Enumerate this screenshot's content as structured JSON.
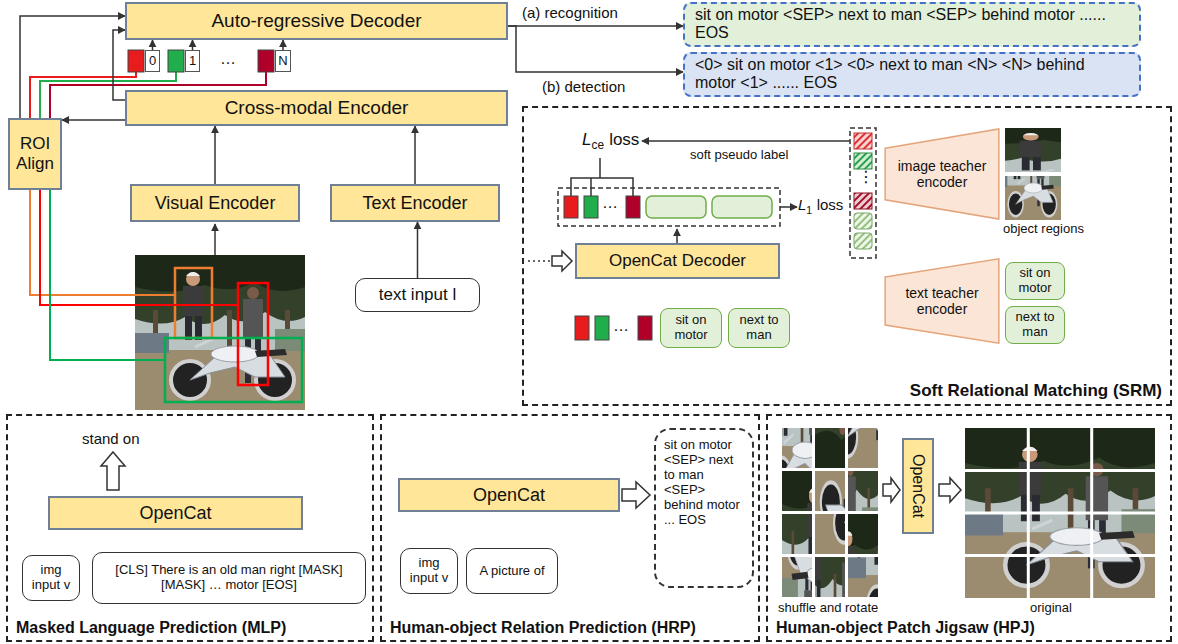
{
  "diagram": {
    "nodes": [
      {
        "text": [
          "Auto-regressive Decoder"
        ]
      },
      {
        "text": [
          "0"
        ]
      },
      {
        "text": [
          "1"
        ]
      },
      {
        "text": [
          "N"
        ]
      },
      {
        "text": [
          "Cross-modal Encoder"
        ]
      },
      {
        "text": [
          "Visual Encoder"
        ]
      },
      {
        "text": [
          "Text Encoder"
        ]
      },
      {
        "text": [
          "text input l"
        ]
      },
      {
        "text": [
          "ROI Align"
        ]
      },
      {
        "text": [
          "sit on motor <SEP> next to man <SEP> behind motor ...... EOS"
        ]
      },
      {
        "text": [
          "<0> sit on motor <1> <0> next to man <N> <N> behind motor <1> ...... EOS"
        ]
      },
      {
        "text": [
          "Soft Relational Matching (SRM)"
        ]
      },
      {
        "text": [
          "OpenCat Decoder"
        ],
        "in": 11
      },
      {
        "text": [
          "sit on motor"
        ],
        "in": 11
      },
      {
        "text": [
          "next to man"
        ],
        "in": 11
      },
      {
        "text": [
          "image teacher encoder"
        ],
        "in": 11
      },
      {
        "text": [
          "text teacher encoder"
        ],
        "in": 11
      },
      {
        "text": [
          "sit on motor"
        ],
        "in": 11
      },
      {
        "text": [
          "next to man"
        ],
        "in": 11
      },
      {
        "text": [
          "Masked Language Prediction (MLP)"
        ]
      },
      {
        "text": [
          "OpenCat"
        ],
        "in": 19
      },
      {
        "text": [
          "img input v"
        ],
        "in": 19
      },
      {
        "text": [
          "[CLS] There is an old man right [MASK] [MASK] … motor [EOS]"
        ],
        "in": 19
      },
      {
        "text": [
          "Human-object Relation Prediction (HRP)"
        ]
      },
      {
        "text": [
          "OpenCat"
        ],
        "in": 23
      },
      {
        "text": [
          "img input v"
        ],
        "in": 23
      },
      {
        "text": [
          "A picture of"
        ],
        "in": 23
      },
      {
        "text": [
          "sit on motor <SEP> next to man <SEP> behind motor ... EOS"
        ],
        "in": 23
      },
      {
        "text": [
          "Human-object Patch Jigsaw (HPJ)"
        ]
      },
      {
        "text": [
          "OpenCat"
        ],
        "in": 28
      }
    ],
    "edges": [
      {
        "from": 5,
        "to": 4,
        "arrow": "to"
      },
      {
        "from": 6,
        "to": 4,
        "arrow": "to"
      },
      {
        "from": 7,
        "to": 6,
        "arrow": "to"
      },
      {
        "from": 4,
        "to": 0,
        "arrow": "to"
      },
      {
        "from": 4,
        "to": 8,
        "arrow": "to"
      },
      {
        "from": 1,
        "to": 0,
        "arrow": "to"
      },
      {
        "from": 2,
        "to": 0,
        "arrow": "to"
      },
      {
        "from": 3,
        "to": 0,
        "arrow": "to"
      },
      {
        "from": 0,
        "to": 9,
        "label": "(a) recognition",
        "arrow": "to"
      },
      {
        "from": 0,
        "to": 10,
        "label": "(b) detection",
        "arrow": "to"
      },
      {
        "from": 8,
        "to": 0,
        "arrow": "to"
      }
    ],
    "labels": [
      "…",
      "L",
      "ce",
      "loss",
      "soft pseudo label",
      "L",
      "1",
      "loss",
      "…",
      "⋮",
      "…",
      "object regions",
      "stand on",
      "shuffle and rotate",
      "original"
    ]
  }
}
